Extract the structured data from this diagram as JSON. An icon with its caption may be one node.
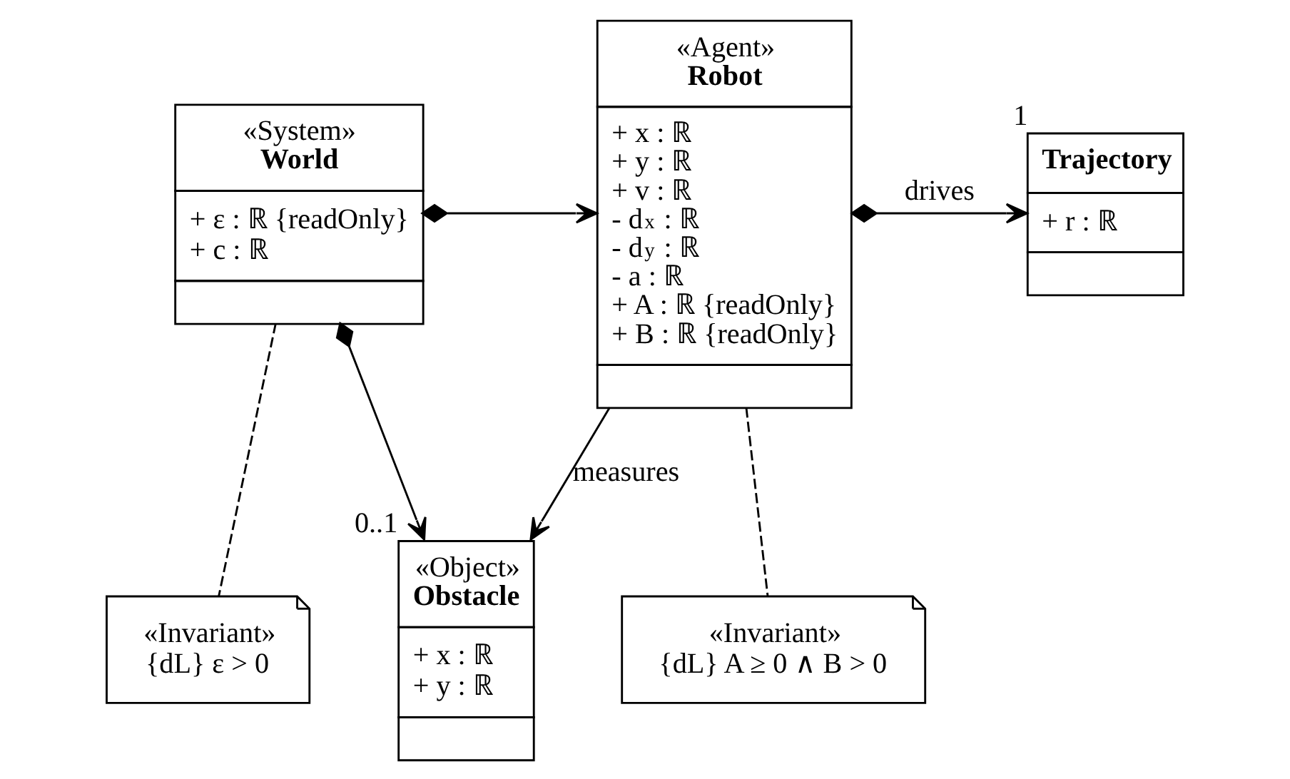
{
  "diagram": {
    "nodes": [
      {
        "text": [
          "«System»",
          "World",
          "+ ε : ℝ {readOnly}",
          "+ c : ℝ"
        ]
      },
      {
        "text": [
          "«Agent»",
          "Robot",
          "+ x : ℝ",
          "+ y : ℝ",
          "+ v : ℝ",
          "- d$_{x}$ : ℝ",
          "- d$_{y}$ : ℝ",
          "- a : ℝ",
          "+ A : ℝ {readOnly}",
          "+ B : ℝ {readOnly}"
        ]
      },
      {
        "text": [
          "Trajectory",
          "+ r : ℝ"
        ],
        "beside": [
          "1"
        ]
      },
      {
        "text": [
          "«Invariant»",
          "{dL} ε > 0"
        ]
      },
      {
        "text": [
          "«Object»",
          "Obstacle",
          "+ x : ℝ",
          "+ y : ℝ"
        ],
        "beside": [
          "0..1"
        ]
      },
      {
        "text": [
          "«Invariant»",
          "{dL} A ≥ 0 ∧ B > 0"
        ]
      }
    ],
    "edges": [
      {
        "from": 0,
        "to": 1,
        "arrow": "to"
      },
      {
        "from": 0,
        "to": 4,
        "arrow": "to"
      },
      {
        "from": 1,
        "to": 2,
        "arrow": "to",
        "label": "drives"
      },
      {
        "from": 1,
        "to": 4,
        "arrow": "to",
        "label": "measures"
      },
      {
        "from": 0,
        "to": 3,
        "arrow": "none",
        "style": "dashed"
      },
      {
        "from": 1,
        "to": 5,
        "arrow": "none",
        "style": "dashed"
      }
    ]
  }
}
